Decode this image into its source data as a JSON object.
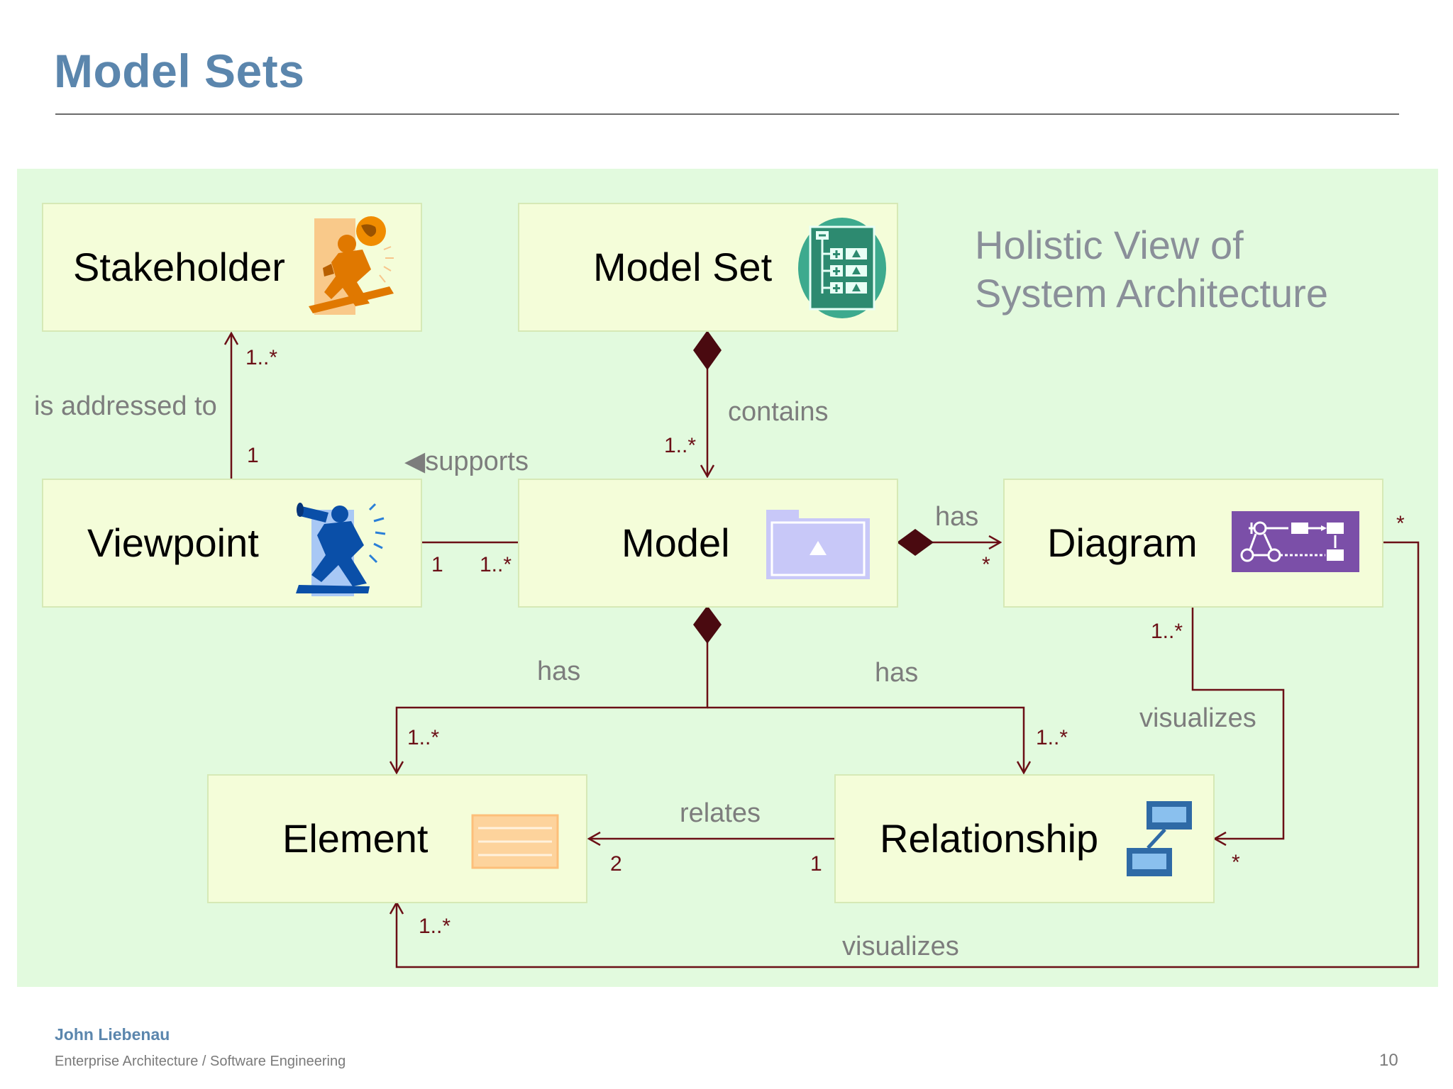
{
  "slide": {
    "title": "Model Sets",
    "page_number": "10"
  },
  "footer": {
    "author": "John Liebenau",
    "course": "Enterprise Architecture / Software Engineering"
  },
  "diagram": {
    "annotation_line1": "Holistic View of",
    "annotation_line2": "System Architecture",
    "boxes": {
      "stakeholder": "Stakeholder",
      "model_set": "Model Set",
      "viewpoint": "Viewpoint",
      "model": "Model",
      "diagram": "Diagram",
      "element": "Element",
      "relationship": "Relationship"
    },
    "icons": {
      "stakeholder": "business-person-globe-icon",
      "model_set": "model-set-tree-icon",
      "viewpoint": "person-telescope-icon",
      "model": "folder-icon",
      "diagram": "diagram-icon",
      "element": "element-table-icon",
      "relationship": "relationship-nodes-icon"
    },
    "relations": {
      "is_addressed_to": "is addressed to",
      "contains": "contains",
      "supports": "◀supports",
      "has_diagram": "has",
      "has_element": "has",
      "has_relationship": "has",
      "relates": "relates",
      "visualizes_relationship": "visualizes",
      "visualizes_element": "visualizes"
    },
    "multiplicities": {
      "stakeholder_end": "1..*",
      "viewpoint_addr_end": "1",
      "model_contains_end": "1..*",
      "viewpoint_support_end": "1",
      "model_support_end": "1..*",
      "diagram_has_end": "*",
      "diagram_vis_start_right": "*",
      "diagram_vis_rel_start": "1..*",
      "element_has_end": "1..*",
      "relationship_has_end": "1..*",
      "element_relates_end": "2",
      "relationship_relates_end": "1",
      "relationship_vis_end": "*",
      "element_vis_end": "1..*"
    },
    "colors": {
      "title": "#5b86ad",
      "background": "#e2fade",
      "box_fill": "#f4fdd9",
      "connector": "#6b0f16",
      "relation_text": "#7d7d7d"
    }
  }
}
